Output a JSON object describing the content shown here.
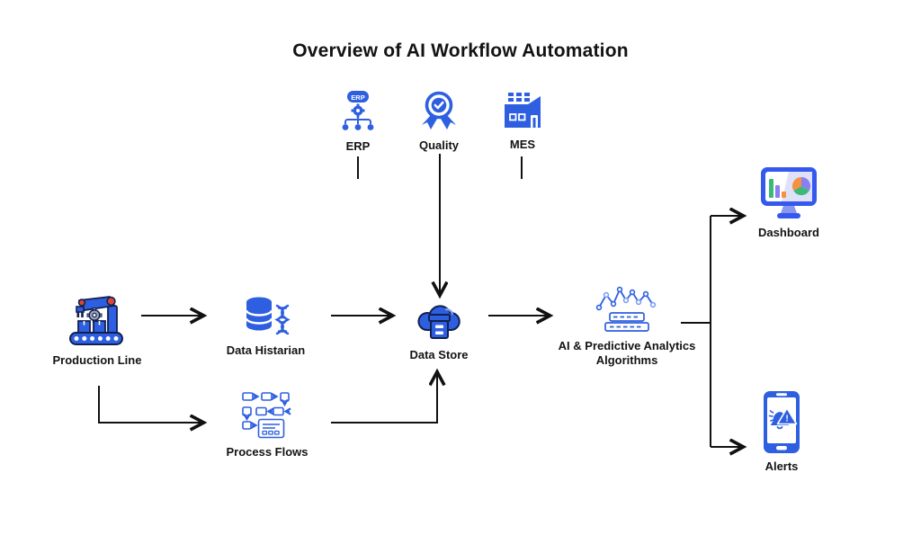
{
  "title": "Overview of AI Workflow Automation",
  "colors": {
    "icon_blue": "#2d5fe0",
    "icon_blue_light": "#7d9ef5",
    "icon_outline_dark": "#12204f",
    "arrow_black": "#111111",
    "label_black": "#131313",
    "joint_red": "#d9483b",
    "chart_green": "#3cb878",
    "chart_purple": "#8a7ff0",
    "chart_orange": "#f5923e",
    "screen_lavender": "#dfe0fa"
  },
  "nodes": {
    "erp": {
      "label": "ERP",
      "badge": "ERP"
    },
    "quality": {
      "label": "Quality"
    },
    "mes": {
      "label": "MES"
    },
    "production_line": {
      "label": "Production Line"
    },
    "data_historian": {
      "label": "Data Histarian"
    },
    "data_store": {
      "label": "Data Store"
    },
    "ai_analytics": {
      "label": "AI & Predictive Analytics Algorithms"
    },
    "dashboard": {
      "label": "Dashboard"
    },
    "alerts": {
      "label": "Alerts"
    },
    "process_flows": {
      "label": "Process Flows"
    }
  }
}
